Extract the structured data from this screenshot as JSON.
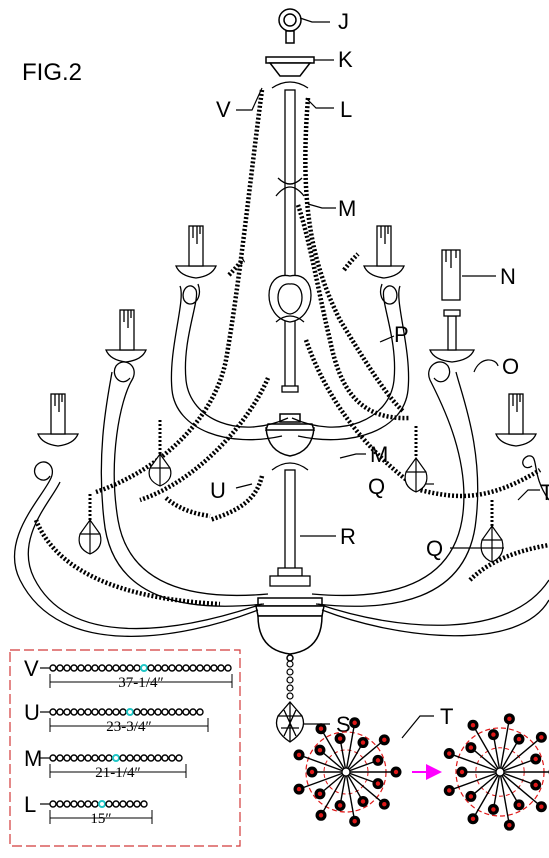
{
  "figure_label": "FIG.2",
  "callouts": {
    "J": "J",
    "K": "K",
    "L": "L",
    "V": "V",
    "M_upper": "M",
    "N": "N",
    "P": "P",
    "O": "O",
    "M_lower": "M",
    "Q_left": "Q",
    "U": "U",
    "T_edge": "T",
    "Q_right": "Q",
    "R": "R",
    "S": "S",
    "T_bottom": "T"
  },
  "chain_legend": [
    {
      "letter": "V",
      "length": "37-1/4″"
    },
    {
      "letter": "U",
      "length": "23-3/4″"
    },
    {
      "letter": "M",
      "length": "21-1/4″"
    },
    {
      "letter": "L",
      "length": "15″"
    }
  ],
  "colors": {
    "line": "#000000",
    "chain_marker": "#1fc6c6",
    "legend_border": "#d23a3a",
    "pin_red": "#e01818",
    "arrow_magenta": "#ff00ff"
  }
}
